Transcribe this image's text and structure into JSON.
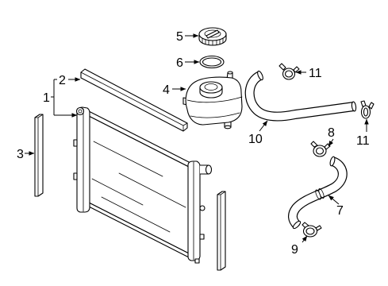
{
  "callouts": {
    "part_1": "1",
    "part_2": "2",
    "part_3": "3",
    "part_4": "4",
    "part_5": "5",
    "part_6": "6",
    "part_7": "7",
    "part_8": "8",
    "part_9": "9",
    "part_10": "10",
    "part_11_upper": "11",
    "part_11_lower": "11"
  },
  "colors": {
    "line": "#000000",
    "background": "#ffffff"
  }
}
